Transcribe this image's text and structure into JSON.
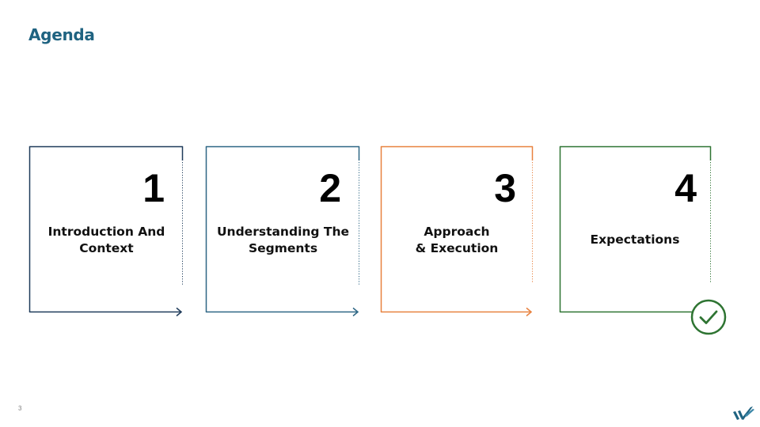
{
  "slide": {
    "title": "Agenda",
    "page_number": "3"
  },
  "cards": [
    {
      "number": "1",
      "label": "Introduction And\nContext",
      "color": "#1f3b5a"
    },
    {
      "number": "2",
      "label": "Understanding The\nSegments",
      "color": "#2e6785"
    },
    {
      "number": "3",
      "label": "Approach\n& Execution",
      "color": "#e8813f"
    },
    {
      "number": "4",
      "label": "Expectations",
      "color": "#2e7432"
    }
  ],
  "icons": {
    "check": "check-circle-icon",
    "logo": "brand-logo-icon"
  },
  "colors": {
    "title": "#1f6381",
    "check": "#2e7432",
    "logo": "#1f6381"
  }
}
